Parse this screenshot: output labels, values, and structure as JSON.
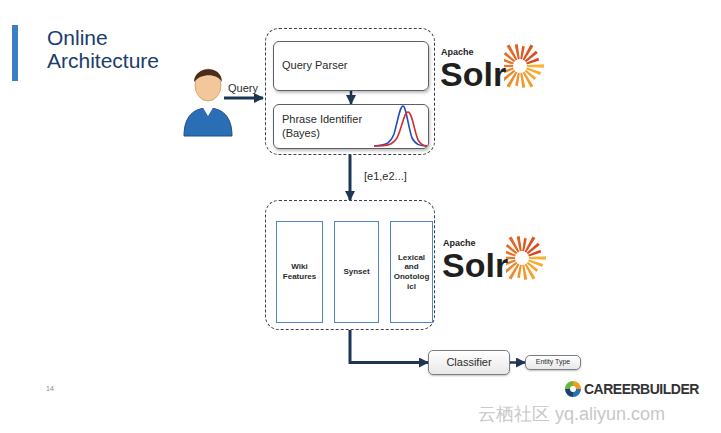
{
  "diagram": {
    "title": "Online Architecture",
    "nodes": [
      {
        "text": [
          "Apache",
          "Solr"
        ]
      },
      {
        "text": [
          "Query Parser"
        ],
        "in": 0
      },
      {
        "text": [
          "Phrase Identifier (Bayes)"
        ],
        "in": 0
      },
      {
        "text": [
          "Apache",
          "Solr"
        ]
      },
      {
        "text": [
          "Wiki Features"
        ],
        "in": 3
      },
      {
        "text": [
          "Synset"
        ],
        "in": 3
      },
      {
        "text": [
          "Lexical and Onotolog icl"
        ],
        "in": 3
      },
      {
        "text": [
          "Classifier"
        ]
      },
      {
        "text": [
          "Entity Type"
        ]
      }
    ],
    "edges": [
      {
        "from": 1,
        "to": 2,
        "arrow": "to"
      },
      {
        "from": 0,
        "to": 3,
        "label": "[e1,e2...]",
        "arrow": "to"
      },
      {
        "from": 3,
        "to": 7,
        "arrow": "to"
      },
      {
        "from": 7,
        "to": 8,
        "arrow": "to"
      }
    ],
    "labels": [
      "Query",
      "14",
      "CAREERBUILDER",
      "云栖社区 yq.aliyun.com"
    ]
  }
}
